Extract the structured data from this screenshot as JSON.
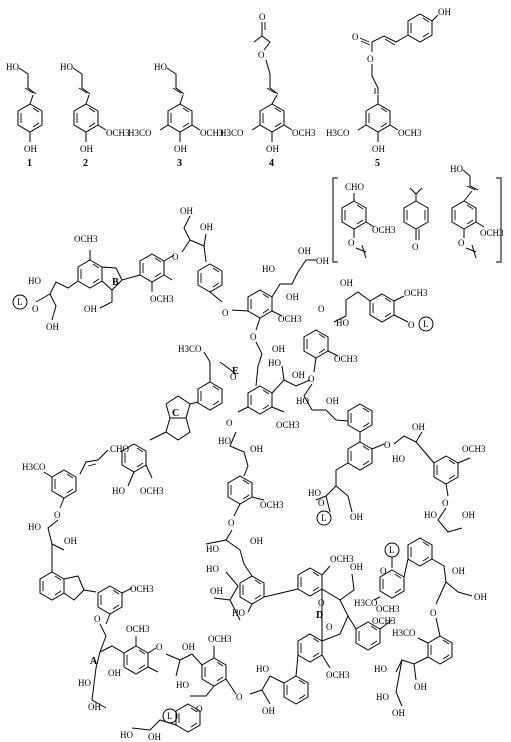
{
  "monomers": [
    {
      "number": "1",
      "top": "HO",
      "bottom": "OH",
      "substituents": []
    },
    {
      "number": "2",
      "top": "HO",
      "bottom": "OH",
      "substituents": [
        "OCH3"
      ]
    },
    {
      "number": "3",
      "top": "HO",
      "bottom": "OH",
      "substituents": [
        "H3CO",
        "OCH3"
      ]
    },
    {
      "number": "4",
      "top": "O",
      "bottom": "OH",
      "substituents": [
        "H3CO",
        "OCH3"
      ]
    },
    {
      "number": "5",
      "top": "OH",
      "bottom": "OH",
      "substituents": [
        "H3CO",
        "OCH3"
      ]
    }
  ],
  "end_groups": {
    "labels": [
      "CHO",
      "OCH3",
      "O",
      "HO",
      "OCH3"
    ]
  },
  "polymer": {
    "ring_labels": [
      "A",
      "B",
      "C",
      "D",
      "E"
    ],
    "L_marker": "L",
    "text_labels": [
      "OCH3",
      "H3CO",
      "OH",
      "HO",
      "O",
      "CHO",
      "H3CO",
      "OCH3"
    ]
  }
}
